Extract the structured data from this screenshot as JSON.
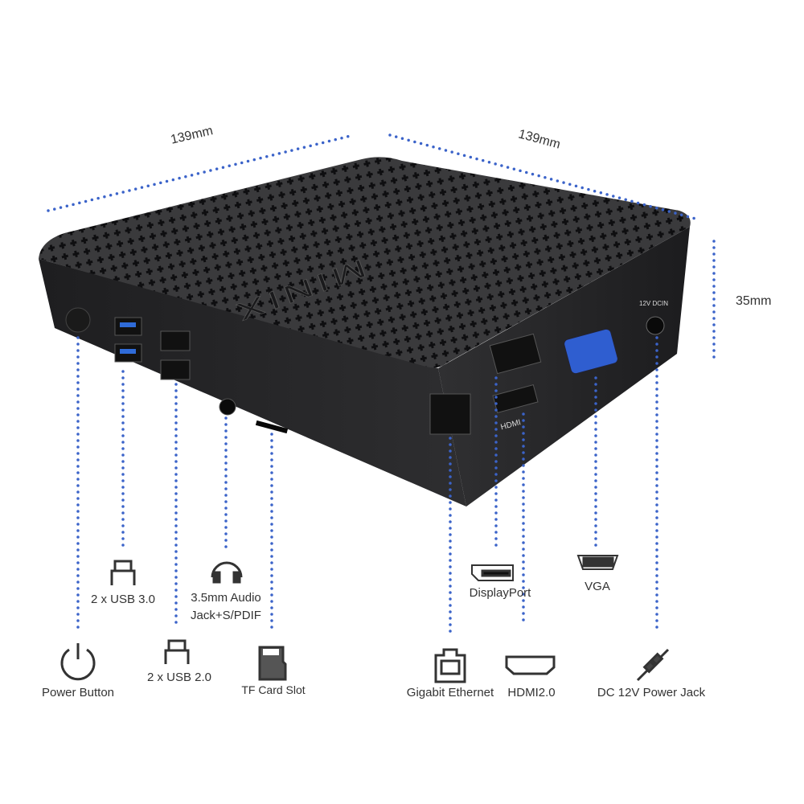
{
  "dimensions": {
    "width": "139mm",
    "depth": "139mm",
    "height": "35mm"
  },
  "brand_logo": "MINIX",
  "device_labels": {
    "dc_in": "12V DCIN",
    "hdmi": "HDMI"
  },
  "ports": [
    {
      "id": "power",
      "label": "Power Button",
      "icon": "power-icon"
    },
    {
      "id": "usb3",
      "label": "2 x USB 3.0",
      "icon": "usb-icon"
    },
    {
      "id": "usb2",
      "label": "2 x USB 2.0",
      "icon": "usb-icon"
    },
    {
      "id": "audio",
      "label_line1": "3.5mm Audio",
      "label_line2": "Jack+S/PDIF",
      "icon": "headphones-icon"
    },
    {
      "id": "tf",
      "label": "TF Card Slot",
      "icon": "sd-card-icon"
    },
    {
      "id": "ethernet",
      "label": "Gigabit Ethernet",
      "icon": "ethernet-icon"
    },
    {
      "id": "displayport",
      "label": "DisplayPort",
      "icon": "displayport-icon"
    },
    {
      "id": "hdmi",
      "label": "HDMI2.0",
      "icon": "hdmi-icon"
    },
    {
      "id": "vga",
      "label": "VGA",
      "icon": "vga-icon"
    },
    {
      "id": "dc",
      "label": "DC 12V Power Jack",
      "icon": "dc-plug-icon"
    }
  ],
  "colors": {
    "dots": "#3b63c9",
    "device": "#2a2a2c",
    "text": "#333333"
  }
}
